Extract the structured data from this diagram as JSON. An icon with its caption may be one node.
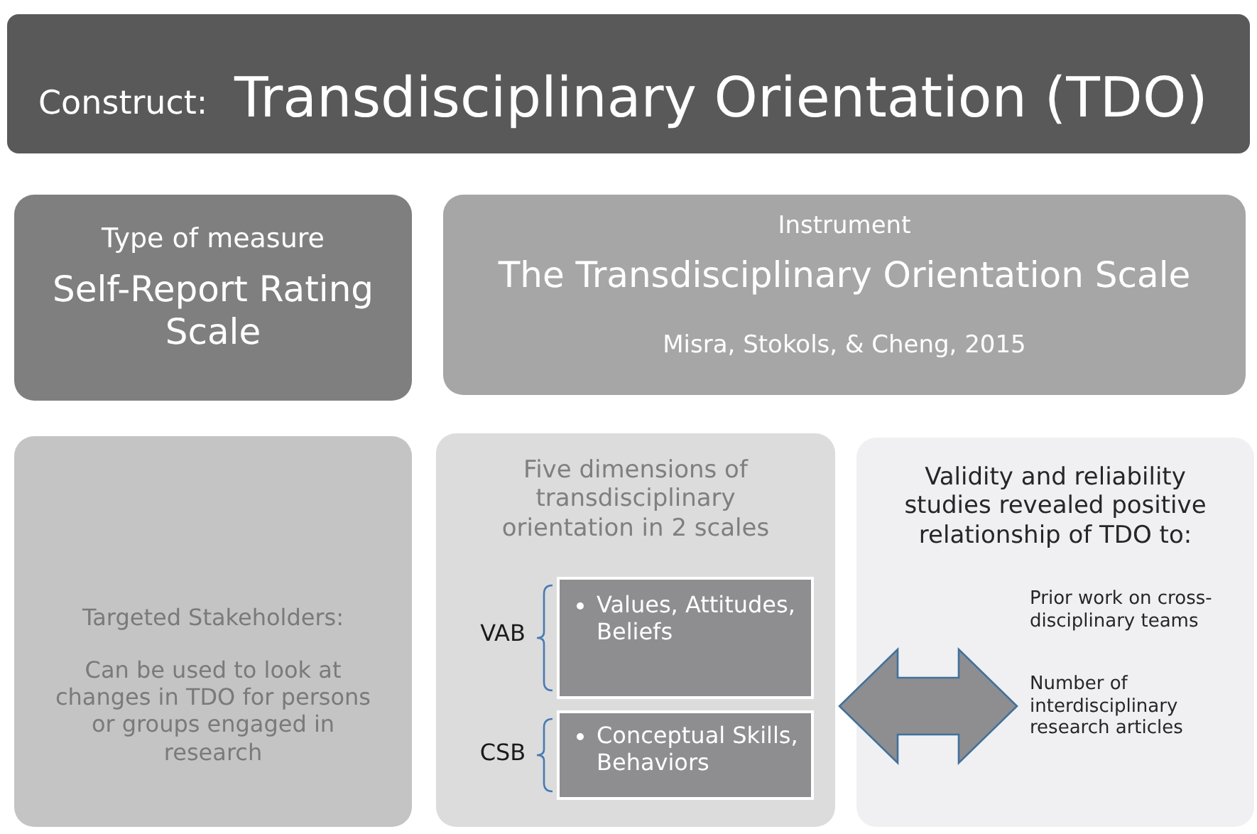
{
  "diagram": {
    "nodes": [
      {
        "text": [
          "Construct:",
          "Transdisciplinary Orientation (TDO)"
        ]
      },
      {
        "text": [
          "Type of measure",
          "Self-Report Rating Scale"
        ]
      },
      {
        "text": [
          "Instrument",
          "The Transdisciplinary Orientation Scale",
          "Misra, Stokols, & Cheng, 2015"
        ]
      },
      {
        "text": [
          "Targeted Stakeholders:",
          "Can be used to look at changes in TDO for persons or groups engaged in research"
        ]
      },
      {
        "text": [
          "Five dimensions of transdisciplinary orientation in 2 scales"
        ]
      },
      {
        "text": [
          "Values, Attitudes, Beliefs"
        ],
        "in": 4,
        "beside": [
          "VAB"
        ]
      },
      {
        "text": [
          "Conceptual Skills, Behaviors"
        ],
        "in": 4,
        "beside": [
          "CSB"
        ]
      },
      {
        "text": [
          "Validity and reliability studies revealed positive relationship of TDO to:",
          "Prior work on cross-disciplinary teams",
          "Number of interdisciplinary research articles"
        ]
      }
    ],
    "edges": [
      {
        "from": 4,
        "to": 7,
        "arrow": "both"
      }
    ]
  }
}
